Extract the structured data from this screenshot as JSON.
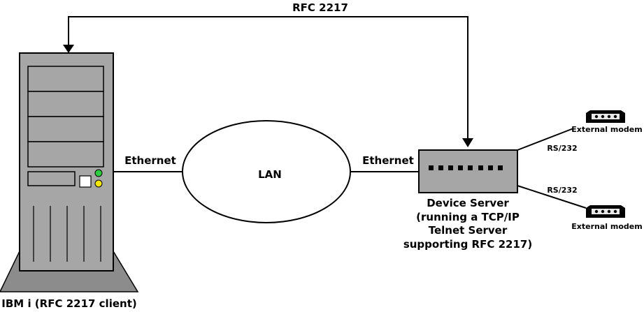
{
  "top_link": {
    "label": "RFC 2217"
  },
  "client": {
    "label": "IBM i (RFC 2217 client)"
  },
  "links": {
    "left_label": "Ethernet",
    "right_label": "Ethernet"
  },
  "network": {
    "label": "LAN"
  },
  "device_server": {
    "lines": [
      "Device Server",
      "(running a TCP/IP",
      "Telnet Server",
      "supporting RFC 2217)"
    ]
  },
  "modems": [
    {
      "label": "External modem",
      "link_label": "RS/232"
    },
    {
      "label": "External modem",
      "link_label": "RS/232"
    }
  ],
  "colors": {
    "server_body": "#a6a6a6",
    "server_base": "#8c8c8c",
    "device_server_box": "#a6a6a6",
    "led_green": "#2ecc40",
    "led_yellow": "#f2e600",
    "modem_body": "#e8e8e8"
  }
}
